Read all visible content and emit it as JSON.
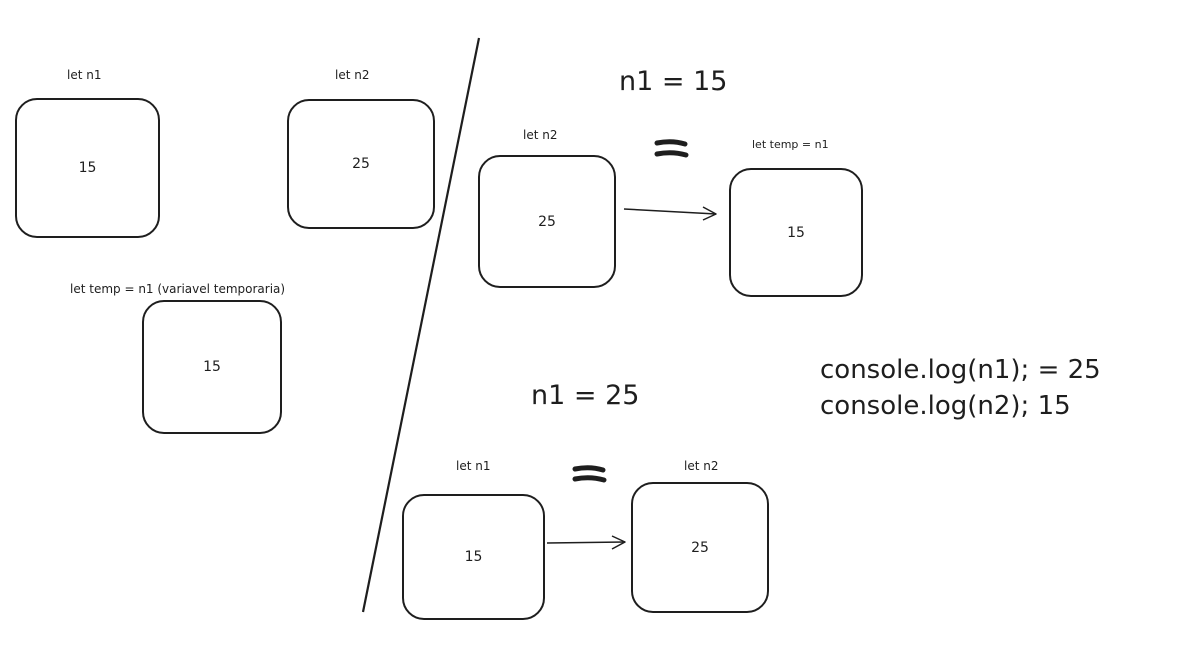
{
  "left_panel": {
    "n1": {
      "label": "let n1",
      "value": "15"
    },
    "n2": {
      "label": "let n2",
      "value": "25"
    },
    "temp": {
      "label": "let temp = n1 (variavel temporaria)",
      "value": "15"
    }
  },
  "step1": {
    "heading": "n1 = 15",
    "source": {
      "label": "let n2",
      "value": "25"
    },
    "target": {
      "label": "let temp = n1",
      "value": "15"
    }
  },
  "step2": {
    "heading": "n1 = 25",
    "source": {
      "label": "let n1",
      "value": "15"
    },
    "target": {
      "label": "let n2",
      "value": "25"
    }
  },
  "console": {
    "line1": "console.log(n1); = 25",
    "line2": "console.log(n2); 15"
  }
}
